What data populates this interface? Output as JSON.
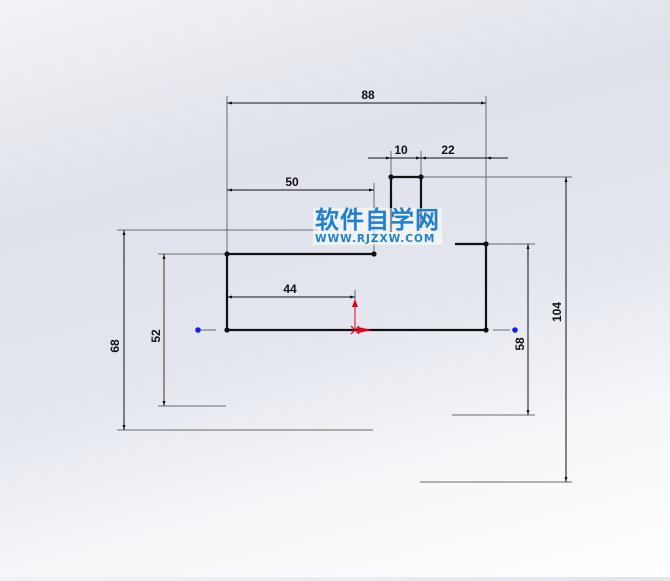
{
  "app": {
    "type": "CAD sketch view",
    "background": "#e4e7ee"
  },
  "watermark": {
    "title": "软件自学网",
    "url": "WWW.RJZXW.COM",
    "color": "#1f7fd1"
  },
  "colors": {
    "geometry": "#111111",
    "dimension": "#111111",
    "extension": "#777777",
    "point_blue": "#1a1aff",
    "origin_red": "#e0001b",
    "dim_52": "#5a2a0a"
  },
  "dimensions": {
    "d88": {
      "label": "88",
      "orientation": "horizontal"
    },
    "d10": {
      "label": "10",
      "orientation": "horizontal"
    },
    "d22": {
      "label": "22",
      "orientation": "horizontal"
    },
    "d50": {
      "label": "50",
      "orientation": "horizontal"
    },
    "d44": {
      "label": "44",
      "orientation": "horizontal"
    },
    "d68": {
      "label": "68",
      "orientation": "vertical"
    },
    "d52": {
      "label": "52",
      "orientation": "vertical"
    },
    "d58": {
      "label": "58",
      "orientation": "vertical"
    },
    "d104": {
      "label": "104",
      "orientation": "vertical"
    }
  }
}
